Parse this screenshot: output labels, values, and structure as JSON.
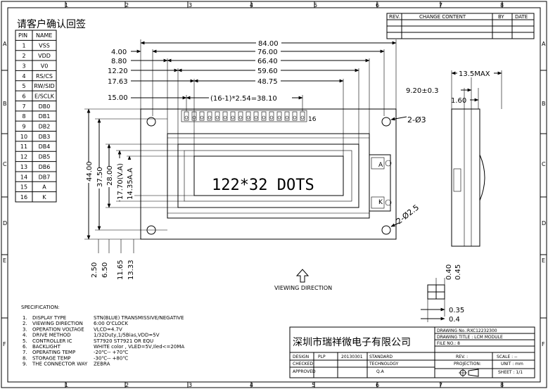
{
  "border": {
    "top_numbers": [
      "1",
      "2",
      "3",
      "4",
      "5",
      "6",
      "7",
      "8"
    ],
    "bottom_numbers": [
      "1",
      "2",
      "3",
      "4",
      "5",
      "6",
      "7",
      "8"
    ],
    "side_letters": [
      "A",
      "B",
      "C",
      "D",
      "E",
      "F"
    ]
  },
  "pin_table": {
    "title": "请客户确认回签",
    "headers": [
      "PIN",
      "NAME"
    ],
    "rows": [
      [
        "1",
        "VSS"
      ],
      [
        "2",
        "VDD"
      ],
      [
        "3",
        "V0"
      ],
      [
        "4",
        "RS/CS"
      ],
      [
        "5",
        "RW/SID"
      ],
      [
        "6",
        "E/SCLK"
      ],
      [
        "7",
        "DB0"
      ],
      [
        "8",
        "DB1"
      ],
      [
        "9",
        "DB2"
      ],
      [
        "10",
        "DB3"
      ],
      [
        "11",
        "DB4"
      ],
      [
        "12",
        "DB5"
      ],
      [
        "13",
        "DB6"
      ],
      [
        "14",
        "DB7"
      ],
      [
        "15",
        "A"
      ],
      [
        "16",
        "K"
      ]
    ]
  },
  "revision_table": {
    "headers": [
      "REV.",
      "CHANGE CONTENT",
      "BY",
      "DATE"
    ]
  },
  "dimensions": {
    "horizontal": [
      "84.00",
      "4.00",
      "76.00",
      "8.80",
      "66.40",
      "12.20",
      "59.60",
      "17.63",
      "48.75",
      "15.00",
      "(16-1)*2.54=38.10"
    ],
    "vertical_left": [
      "44.00",
      "37.50",
      "28.00",
      "17.70(V.A)",
      "14.35A.A"
    ],
    "bottom": [
      "2.50",
      "6.50",
      "11.65",
      "13.33"
    ],
    "side_view": [
      "13.5MAX",
      "9.20±0.3",
      "1.60"
    ],
    "holes": [
      "2-Ø3",
      "2-Ø2.5"
    ],
    "pin_end": "16",
    "backlight_pins": [
      "A",
      "K"
    ],
    "detail": [
      "0.40",
      "0.45",
      "0.35",
      "0.4"
    ]
  },
  "display": {
    "text": "122*32 DOTS"
  },
  "viewing_direction": "VIEWING DIRECTION",
  "specification": {
    "title": "SPECIFICATION:",
    "rows": [
      [
        "1.",
        "DISPLAY TYPE",
        "STN(BLUE) TRANSMISSIVE/NEGATIVE"
      ],
      [
        "2.",
        "VIEWING DIRECTION",
        "6:00 O'CLOCK"
      ],
      [
        "3.",
        "OPERATION VOLTAGE",
        "VLCD=4.7V"
      ],
      [
        "4.",
        "DRIVE METHOD",
        "1/32Duty,1/5Bias,VDD=5V"
      ],
      [
        "5.",
        "CONTROLLER IC",
        "ST7920 ST7921 OR EQU"
      ],
      [
        "6.",
        "BACKLIGHT",
        "WHITE color , VLED=5V,Iled<=20MA"
      ],
      [
        "7.",
        "OPERATING TEMP",
        "-20℃-- +70℃"
      ],
      [
        "8.",
        "STORAGE TEMP",
        "-30℃-- +80℃"
      ],
      [
        "9.",
        "THE CONNECTOR WAY",
        "ZEBRA"
      ]
    ]
  },
  "title_block": {
    "company": "深圳市瑞祥微电子有限公司",
    "drawing_no": "DRAWING No.:RXC12232300",
    "drawing_title": "DRAWING TITLE : LCM MODULE",
    "file_no": "FILE NO.: 8",
    "design_label": "DESIGN",
    "design_value": "PLP",
    "date": "20130301",
    "standard": "STANDARD",
    "checked": "CHECKED",
    "technology": "TECHNOLOGY",
    "approved": "APPROVED",
    "qa": "Q.A",
    "rev": "REV. :",
    "scale": "SCALE : --",
    "projection": "PROJECTION:",
    "unit": "UNIT : mm",
    "sheet": "SHEET : 1/1"
  }
}
